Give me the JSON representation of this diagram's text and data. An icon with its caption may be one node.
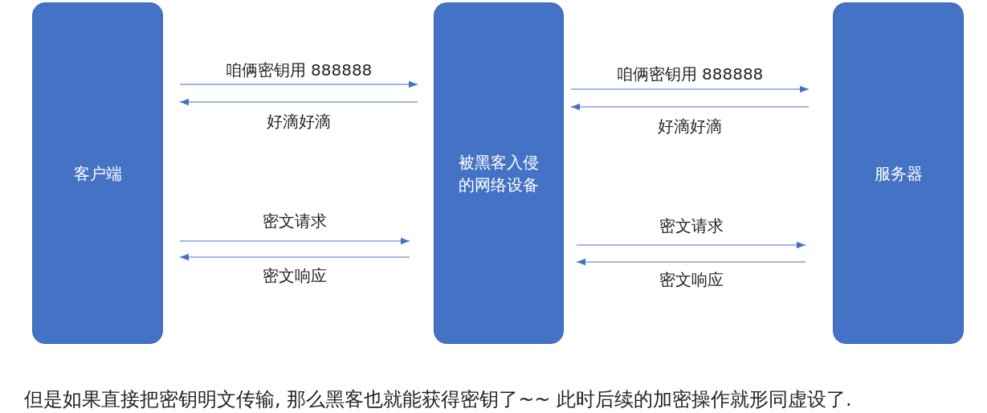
{
  "diagram": {
    "caption": "但是如果直接把密钥明文传输, 那么黑客也就能获得密钥了~~ 此时后续的加密操作就形同虚设了.",
    "nodes": [
      {
        "text": [
          "客户端"
        ]
      },
      {
        "text": [
          "被黑客入侵的网络设备"
        ]
      },
      {
        "text": [
          "服务器"
        ]
      }
    ],
    "edges": [
      {
        "from": 0,
        "to": 1,
        "arrow": "to",
        "label": "咱俩密钥用 888888"
      },
      {
        "from": 1,
        "to": 0,
        "arrow": "to",
        "label": "好滴好滴"
      },
      {
        "from": 1,
        "to": 2,
        "arrow": "to",
        "label": "咱俩密钥用 888888"
      },
      {
        "from": 2,
        "to": 1,
        "arrow": "to",
        "label": "好滴好滴"
      },
      {
        "from": 0,
        "to": 1,
        "arrow": "to",
        "label": "密文请求"
      },
      {
        "from": 1,
        "to": 0,
        "arrow": "to",
        "label": "密文响应"
      },
      {
        "from": 1,
        "to": 2,
        "arrow": "to",
        "label": "密文请求"
      },
      {
        "from": 2,
        "to": 1,
        "arrow": "to",
        "label": "密文响应"
      }
    ]
  }
}
